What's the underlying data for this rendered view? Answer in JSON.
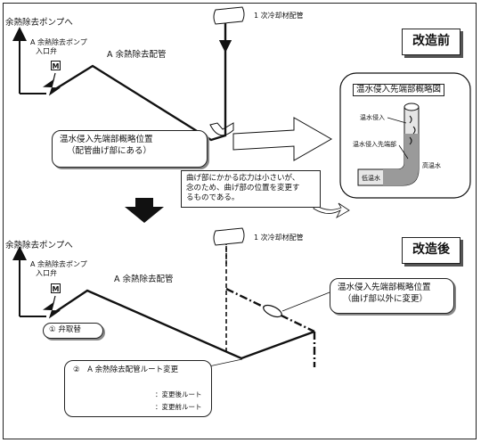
{
  "before": {
    "stage_label": "改造前",
    "pump_label": "余熱除去ポンプへ",
    "valve_label_line1": "A 余熱除去ポンプ",
    "valve_label_line2": "入口弁",
    "motor_label": "M",
    "pipe_label": "A 余熱除去配管",
    "cooling_pipe_label": "1 次冷却材配管",
    "callout_line1": "温水侵入先端部概略位置",
    "callout_line2": "（配管曲げ部にある）",
    "note_line1": "曲げ部にかかる応力は小さいが、",
    "note_line2": "念のため、曲げ部の位置を変更す",
    "note_line3": "るものである。"
  },
  "inset": {
    "title": "温水侵入先端部概略図",
    "warm_water_inflow": "温水侵入",
    "intrusion_tip": "温水侵入先端部",
    "high_temp_water": "高温水",
    "low_temp_water": "低温水"
  },
  "after": {
    "stage_label": "改造後",
    "pump_label": "余熱除去ポンプへ",
    "valve_label_line1": "A 余熱除去ポンプ",
    "valve_label_line2": "入口弁",
    "motor_label": "M",
    "pipe_label": "A 余熱除去配管",
    "cooling_pipe_label": "1 次冷却材配管",
    "valve_item_label": "① 弁取替",
    "callout_line1": "温水侵入先端部概略位置",
    "callout_line2": "（曲げ部以外に変更）",
    "route_title": "②　A 余熱除去配管ルート変更",
    "legend_after": "：変更後ルート",
    "legend_before": "：変更前ルート"
  }
}
